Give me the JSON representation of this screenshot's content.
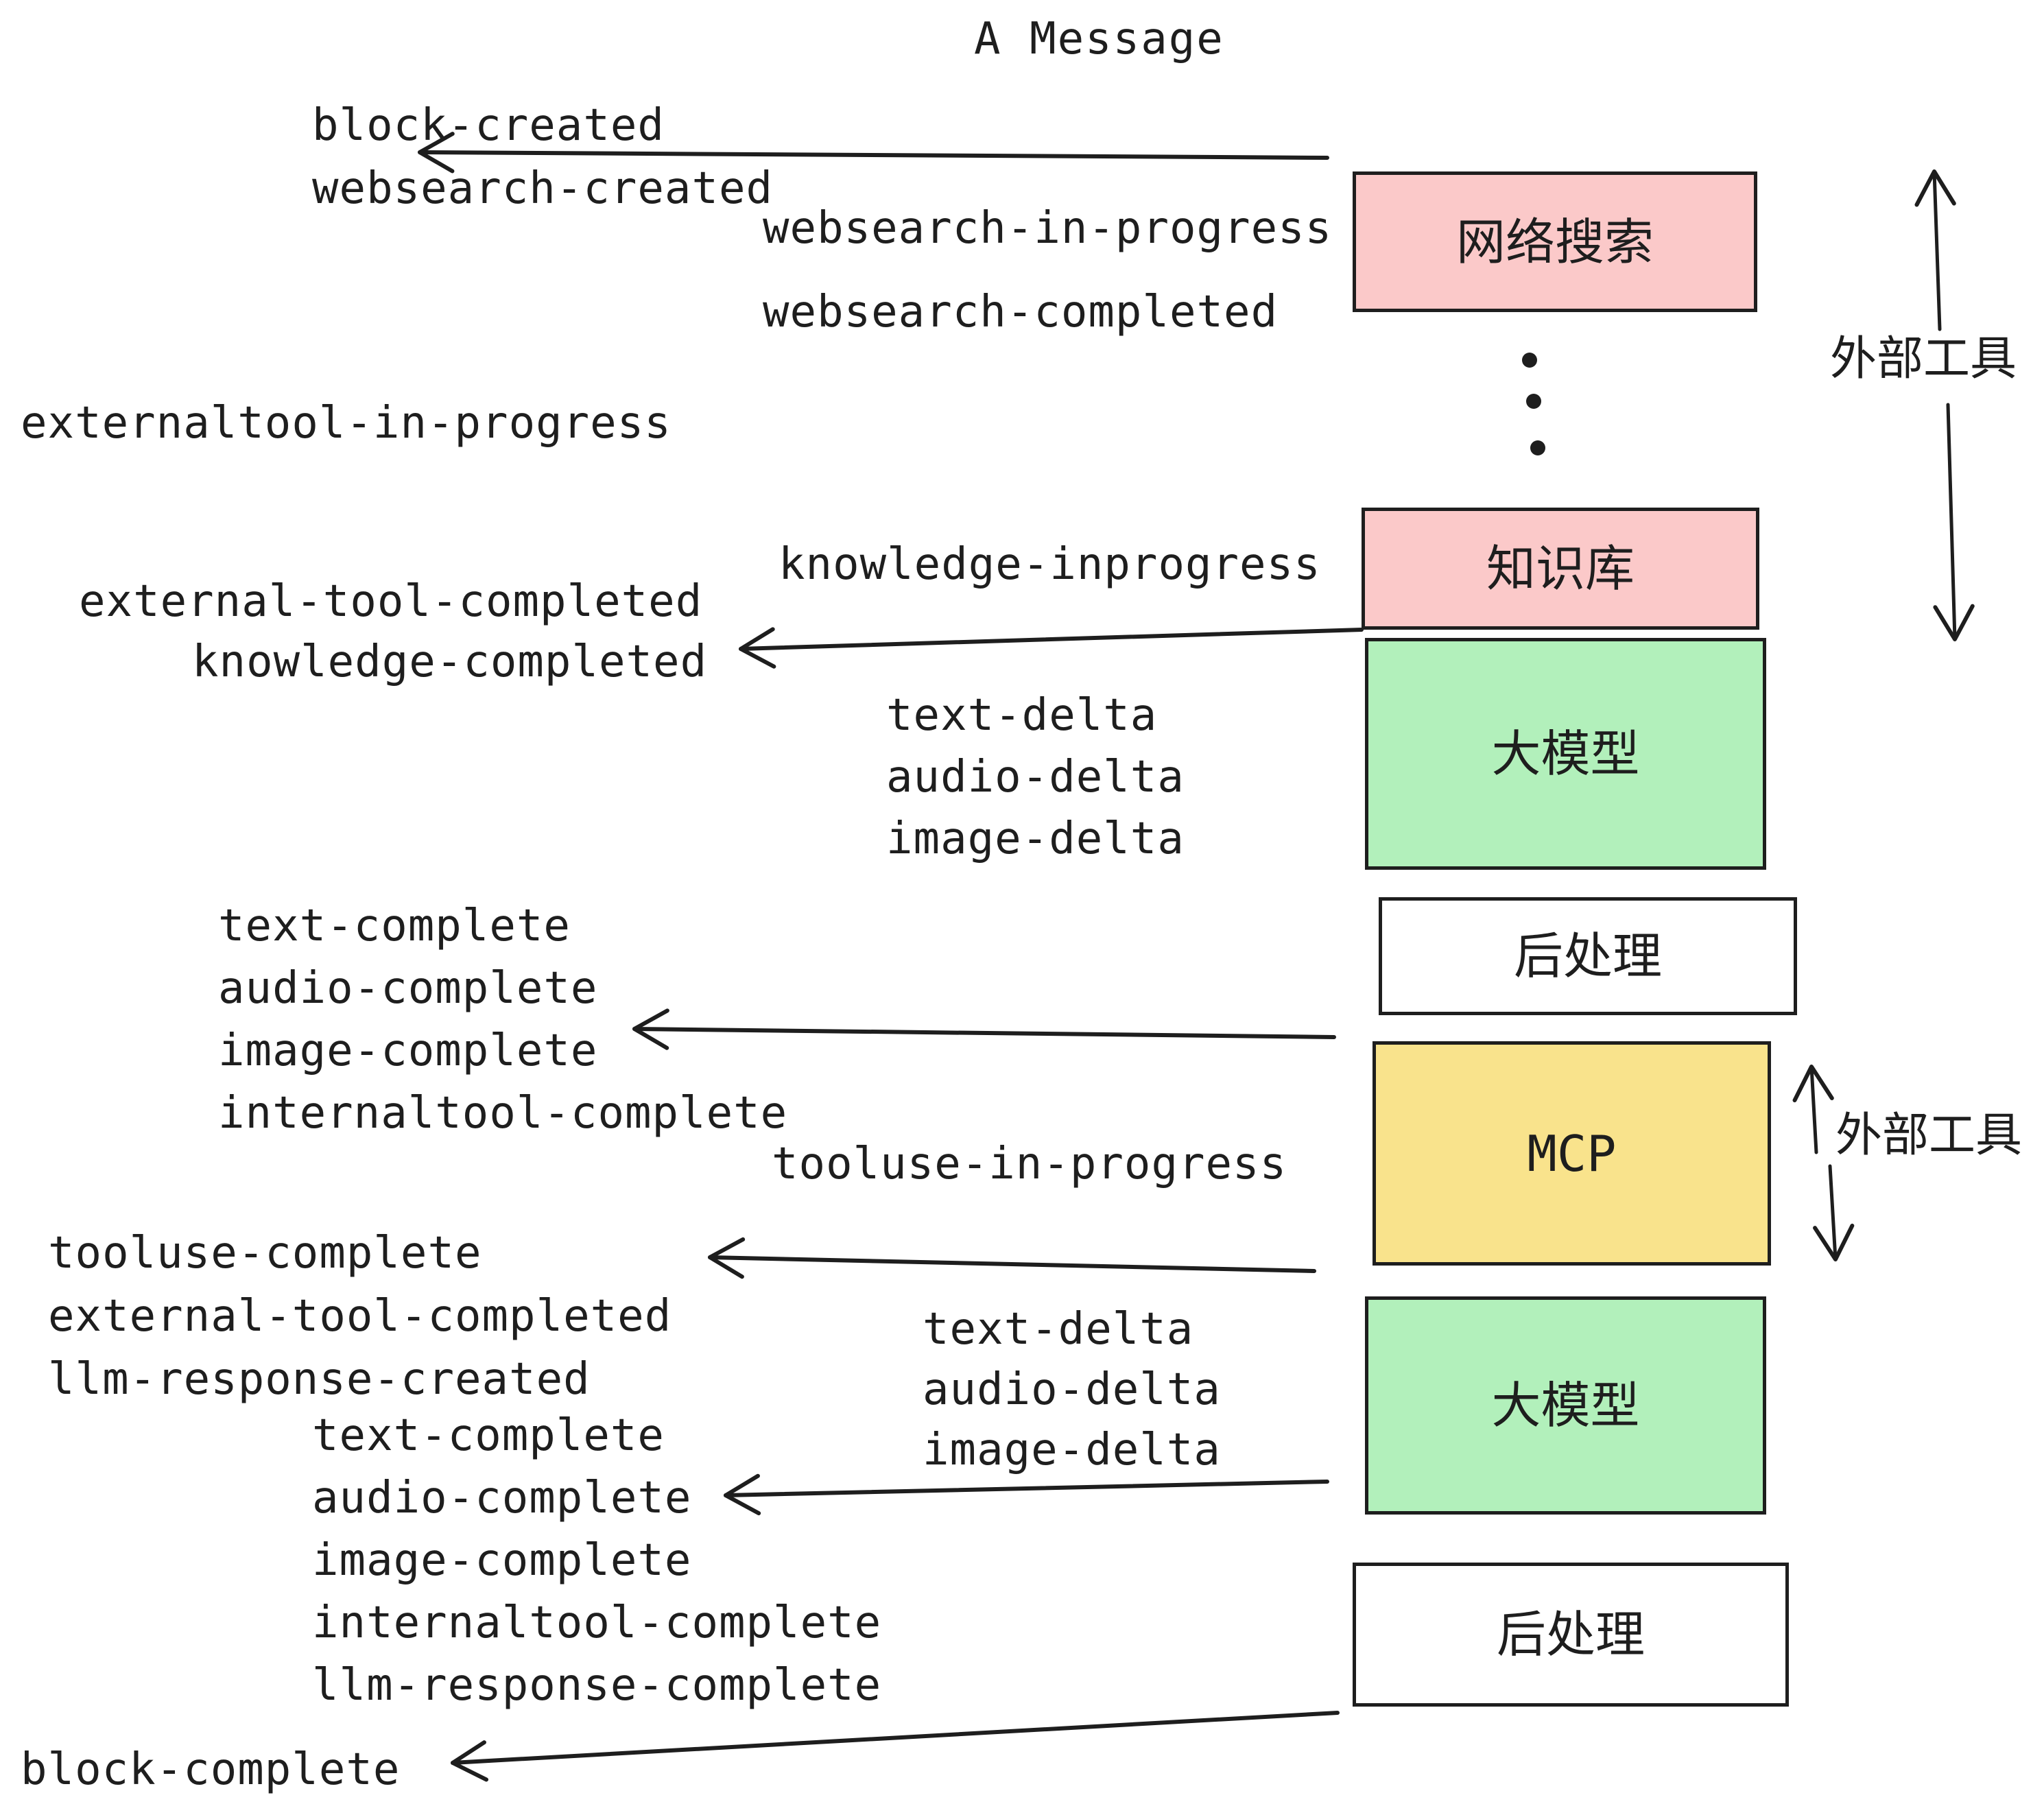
{
  "title": "A Message",
  "colors": {
    "stroke": "#1e1e1e",
    "pink": "#fbc9c9",
    "green": "#b2f0bb",
    "yellow": "#f9e38c",
    "box_white": "#ffffff",
    "background": "#ffffff"
  },
  "events": {
    "block_created": "block-created",
    "websearch_created": "websearch-created",
    "websearch_in_progress": "websearch-in-progress",
    "websearch_completed": "websearch-completed",
    "externaltool_in_progress": "externaltool-in-progress",
    "knowledge_inprogress": "knowledge-inprogress",
    "external_tool_completed_1": "external-tool-completed",
    "knowledge_completed": "knowledge-completed",
    "text_delta_1": "text-delta",
    "audio_delta_1": "audio-delta",
    "image_delta_1": "image-delta",
    "text_complete_1": "text-complete",
    "audio_complete_1": "audio-complete",
    "image_complete_1": "image-complete",
    "internaltool_complete_1": "internaltool-complete",
    "tooluse_in_progress": "tooluse-in-progress",
    "tooluse_complete": "tooluse-complete",
    "external_tool_completed_2": "external-tool-completed",
    "llm_response_created": "llm-response-created",
    "text_delta_2": "text-delta",
    "audio_delta_2": "audio-delta",
    "image_delta_2": "image-delta",
    "text_complete_2": "text-complete",
    "audio_complete_2": "audio-complete",
    "image_complete_2": "image-complete",
    "internaltool_complete_2": "internaltool-complete",
    "llm_response_complete": "llm-response-complete",
    "block_complete": "block-complete"
  },
  "boxes": {
    "websearch": "网络搜索",
    "knowledge": "知识库",
    "llm_1": "大模型",
    "postprocess_1": "后处理",
    "mcp": "MCP",
    "llm_2": "大模型",
    "postprocess_2": "后处理"
  },
  "annotations": {
    "external_tools_1": "外部工具",
    "external_tools_2": "外部工具"
  }
}
